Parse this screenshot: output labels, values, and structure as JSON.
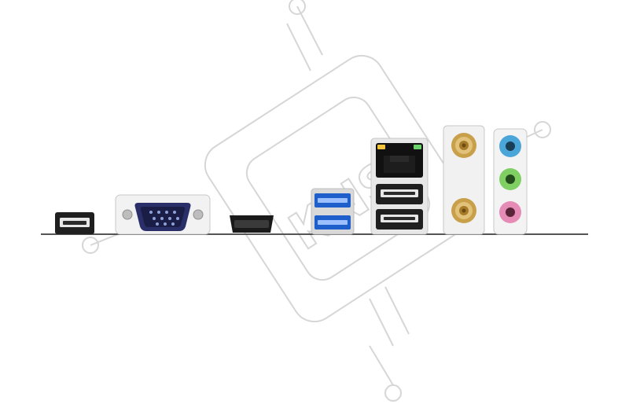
{
  "watermark": {
    "brand_text": "KNS",
    "color": "#cfcfcf"
  },
  "io_panel": {
    "ports": [
      {
        "name": "usb-2-port",
        "color": "#1f1f1f"
      },
      {
        "name": "vga-port",
        "color": "#2a2f6a"
      },
      {
        "name": "hdmi-port",
        "color": "#1a1a1a"
      },
      {
        "name": "usb-3-port-pair",
        "color": "#1f5fcc"
      },
      {
        "name": "rj45-lan-port",
        "color": "#1f1f1f"
      },
      {
        "name": "usb-2-port-pair",
        "color": "#1f1f1f"
      },
      {
        "name": "wifi-antenna-connectors",
        "color": "#c9a04a"
      },
      {
        "name": "audio-jacks",
        "colors": [
          "#4aa6d8",
          "#7fcf63",
          "#e58bb5"
        ]
      }
    ],
    "baseline_color": "#555555"
  }
}
